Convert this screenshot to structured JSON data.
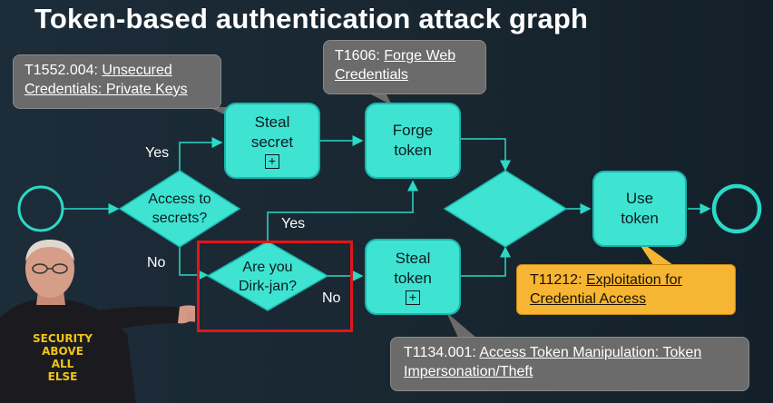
{
  "title": "Token-based authentication attack graph",
  "nodes": {
    "steal_secret": {
      "line1": "Steal",
      "line2": "secret",
      "plus": "+"
    },
    "forge_token": {
      "line1": "Forge",
      "line2": "token"
    },
    "steal_token": {
      "line1": "Steal",
      "line2": "token",
      "plus": "+"
    },
    "use_token": {
      "line1": "Use",
      "line2": "token"
    },
    "access_decision": {
      "line1": "Access to",
      "line2": "secrets?"
    },
    "dirkjan_decision": {
      "line1": "Are you",
      "line2": "Dirk-jan?"
    }
  },
  "edge_labels": {
    "yes_top": "Yes",
    "no_left": "No",
    "yes_mid": "Yes",
    "no_bottom": "No"
  },
  "callouts": {
    "private_keys": {
      "id": "T1552.004:",
      "text": "Unsecured Credentials: Private Keys"
    },
    "forge_web": {
      "id": "T1606:",
      "text": "Forge Web Credentials"
    },
    "exploitation": {
      "id": "T11212:",
      "text": "Exploitation for Credential Access"
    },
    "token_manip": {
      "id": "T1134.001:",
      "text": "Access Token Manipulation: Token Impersonation/Theft"
    }
  },
  "shirt": {
    "line1": "SECURITY",
    "line2": "ABOVE ALL",
    "line3": "ELSE"
  },
  "colors": {
    "node_fill": "#3fe3d2",
    "callout_gray": "#6b6b6b",
    "callout_orange": "#f6b532",
    "highlight_red": "#e0161c",
    "background": "#1c2c39"
  }
}
